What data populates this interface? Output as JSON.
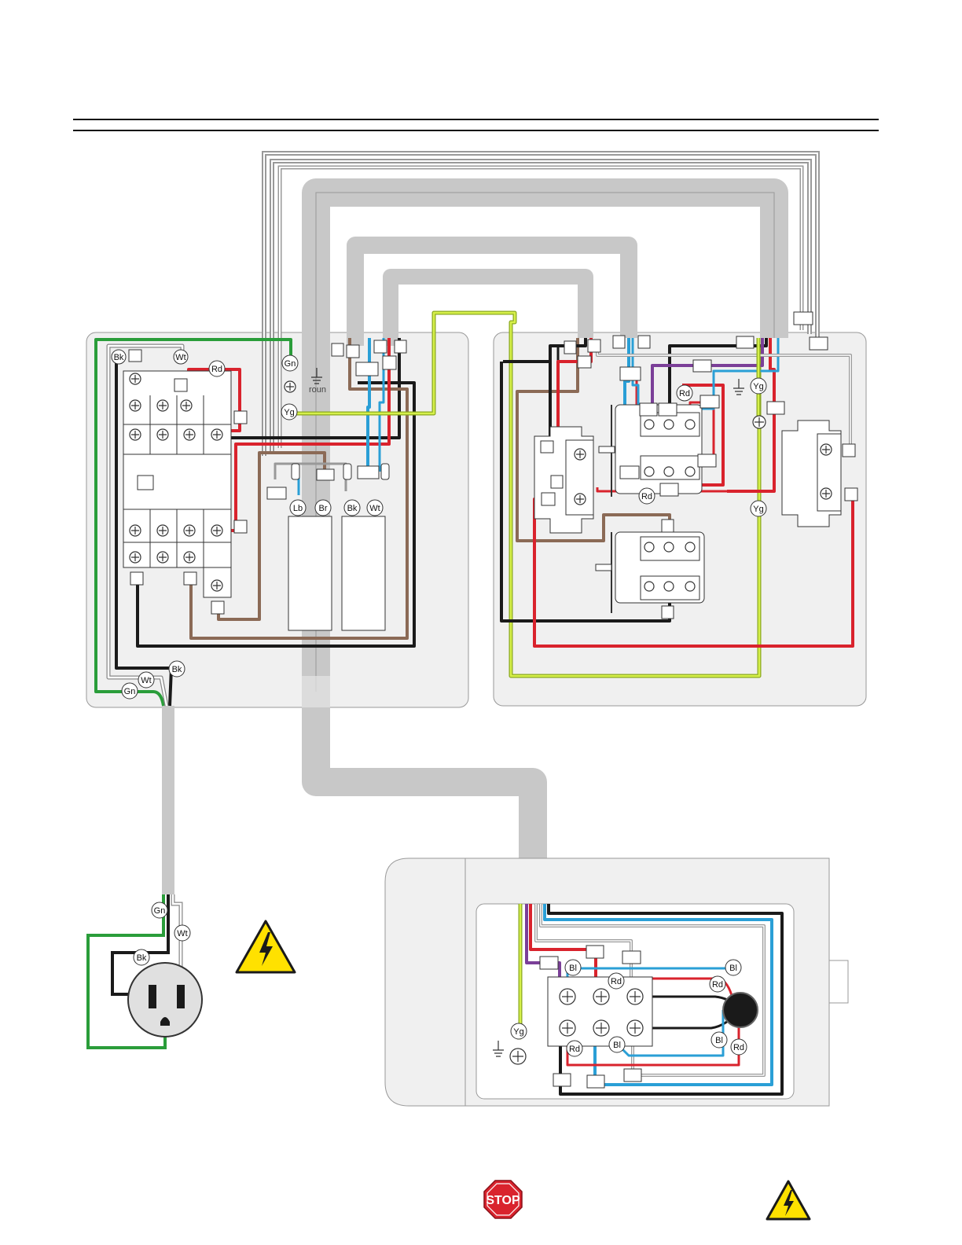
{
  "labels": {
    "black": "Bk",
    "white": "Wt",
    "red": "Rd",
    "green": "Gn",
    "yellow_green": "Yg",
    "light_blue": "Lb",
    "brown": "Br",
    "blue": "Bl"
  },
  "ground_text": "roun",
  "stop_sign_text": "STOP",
  "icons": [
    "warning-electrical-icon",
    "stop-sign-icon",
    "ground-symbol-icon",
    "outlet-icon",
    "motor-icon"
  ],
  "colors": {
    "black": "#1a1a1a",
    "white": "#ffffff",
    "red": "#d9232d",
    "green": "#2a9d3a",
    "yellow_green": "#b5d334",
    "blue": "#2a9fd6",
    "brown": "#8b6a56",
    "purple": "#7b3f98",
    "gray": "#9a9a9a",
    "conduit": "#c8c8c8",
    "panel": "#f0f0f0",
    "warning_yellow": "#ffe100",
    "stop_red": "#d9232d"
  }
}
